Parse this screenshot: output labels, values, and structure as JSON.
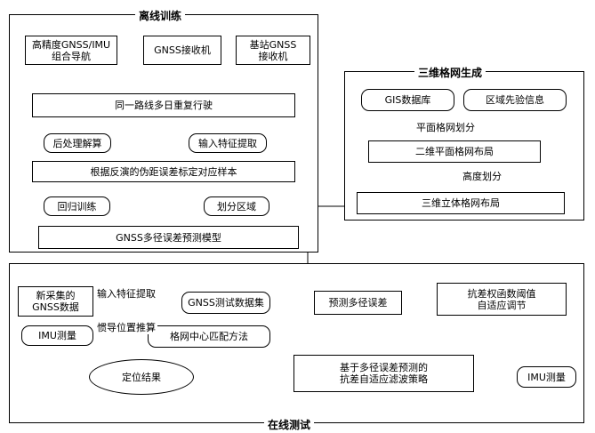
{
  "groups": {
    "offline": {
      "title": "离线训练"
    },
    "grid": {
      "title": "三维格网生成"
    },
    "online": {
      "title": "在线测试"
    }
  },
  "offline": {
    "gnss_imu": "高精度GNSS/IMU\n组合导航",
    "gnss_receiver": "GNSS接收机",
    "base_receiver": "基站GNSS\n接收机",
    "repeat_drive": "同一路线多日重复行驶",
    "post_process": "后处理解算",
    "feature_extract": "输入特征提取",
    "calibrate": "根据反演的伪距误差标定对应样本",
    "regression": "回归训练",
    "region_divide": "划分区域",
    "model": "GNSS多径误差预测模型"
  },
  "grid": {
    "gis_db": "GIS数据库",
    "prior_info": "区域先验信息",
    "plane_label": "平面格网划分",
    "plane_layout": "二维平面格网布局",
    "height_label": "高度划分",
    "solid_layout": "三维立体格网布局"
  },
  "online": {
    "new_data": "新采集的\nGNSS数据",
    "imu_measure": "IMU测量",
    "feature_extract_label": "输入特征提取",
    "inertial_label": "惯导位置推算",
    "test_set": "GNSS测试数据集",
    "grid_match": "格网中心匹配方法",
    "predict_error": "预测多径误差",
    "threshold_adapt": "抗差权函数阈值\n自适应调节",
    "filter_strategy": "基于多径误差预测的\n抗差自适应滤波策略",
    "imu_measure2": "IMU测量",
    "result": "定位结果"
  }
}
